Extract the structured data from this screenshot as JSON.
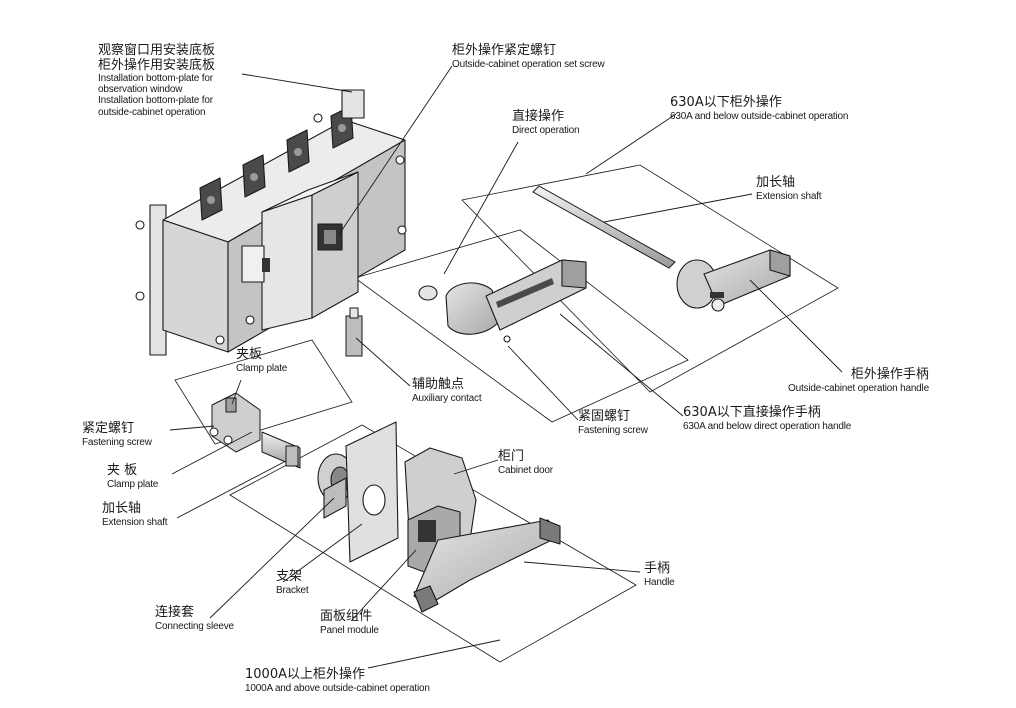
{
  "labels": {
    "install_plate": {
      "zh1": "观察窗口用安装底板",
      "zh2": "柜外操作用安装底板",
      "en1a": "Installation bottom-plate for",
      "en1b": "observation window",
      "en2a": "Installation bottom-plate for",
      "en2b": "outside-cabinet operation"
    },
    "set_screw": {
      "zh": "柜外操作紧定螺钉",
      "en": "Outside-cabinet operation set screw"
    },
    "direct_op": {
      "zh": "直接操作",
      "en": "Direct operation"
    },
    "op_630_outside": {
      "zh": "630A以下柜外操作",
      "en": "630A and below outside-cabinet operation"
    },
    "ext_shaft_top": {
      "zh": "加长轴",
      "en": "Extension shaft"
    },
    "outside_handle": {
      "zh": "柜外操作手柄",
      "en": "Outside-cabinet operation handle"
    },
    "clamp_plate_top": {
      "zh": "夹板",
      "en": "Clamp plate"
    },
    "aux_contact": {
      "zh": "辅助触点",
      "en": "Auxiliary contact"
    },
    "fasten_screw_left": {
      "zh": "紧定螺钉",
      "en": "Fastening screw"
    },
    "fasten_screw_mid": {
      "zh": "紧固螺钉",
      "en": "Fastening screw"
    },
    "direct_handle_630": {
      "zh": "630A以下直接操作手柄",
      "en": "630A and below direct operation handle"
    },
    "clamp_plate_left": {
      "zh": "夹 板",
      "en": "Clamp plate"
    },
    "ext_shaft_left": {
      "zh": "加长轴",
      "en": "Extension shaft"
    },
    "cabinet_door": {
      "zh": "柜门",
      "en": "Cabinet door"
    },
    "bracket": {
      "zh": "支架",
      "en": "Bracket"
    },
    "connecting_sleeve": {
      "zh": "连接套",
      "en": "Connecting sleeve"
    },
    "panel_module": {
      "zh": "面板组件",
      "en": "Panel module"
    },
    "handle": {
      "zh": "手柄",
      "en": "Handle"
    },
    "op_1000_outside": {
      "zh": "1000A以上柜外操作",
      "en": "1000A and above outside-cabinet operation"
    }
  },
  "colors": {
    "line": "#1a1a1a",
    "body_front": "#d6d6d6",
    "body_top": "#ececec",
    "body_side": "#b4b4b4",
    "terminal": "#4a4a4a",
    "part_mid": "#bdbdbd"
  }
}
